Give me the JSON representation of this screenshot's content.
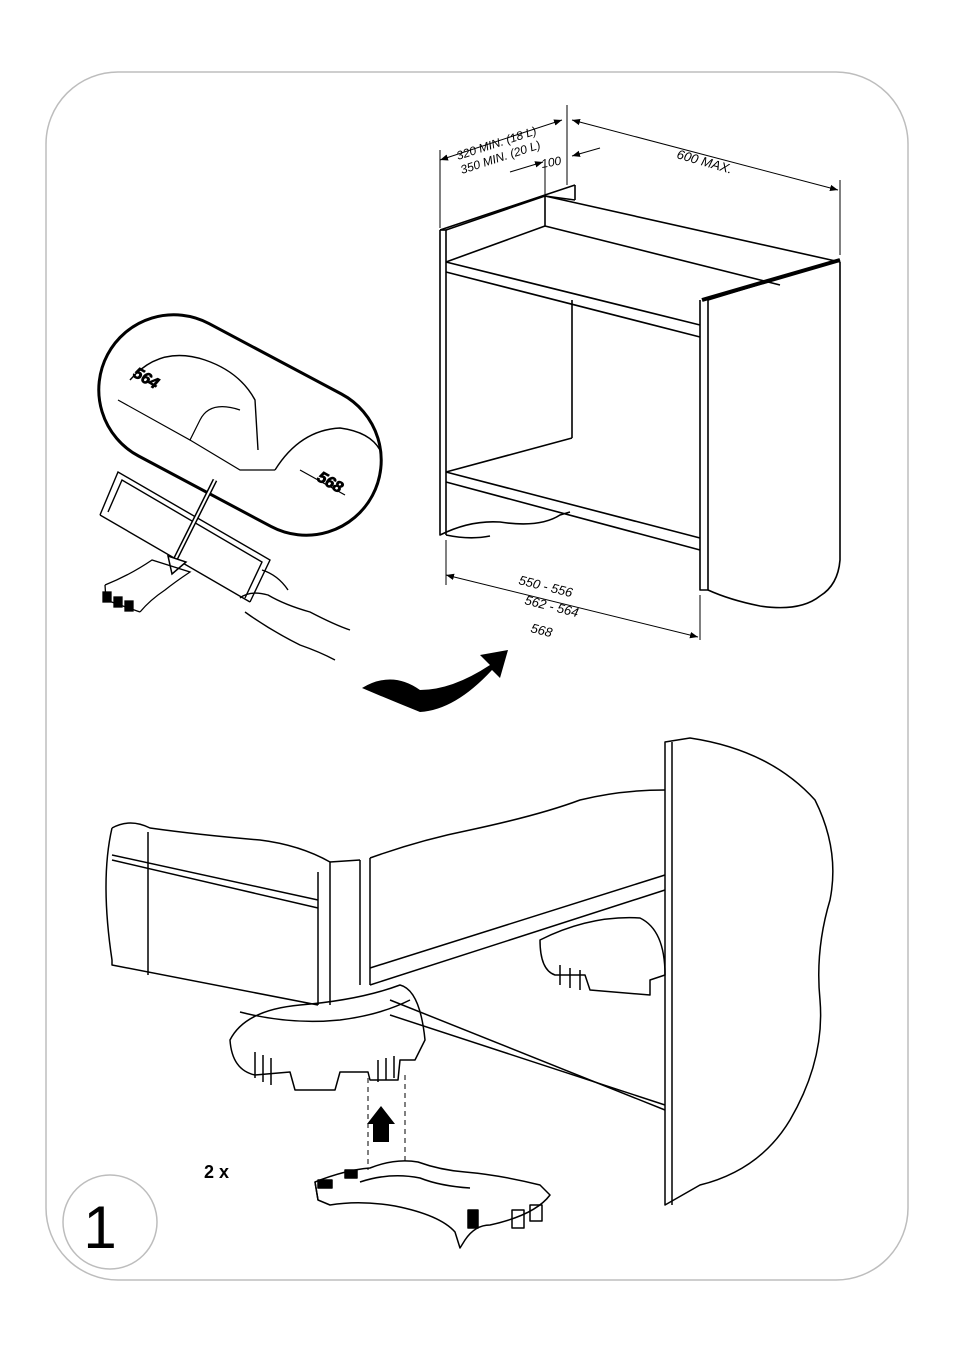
{
  "step": {
    "number": "1"
  },
  "dimensions": {
    "depth_18l": "320 MIN. (18 L)",
    "depth_20l": "350 MIN. (20 L)",
    "rear_gap": "100",
    "width_max": "600 MAX.",
    "height_line1": "550 - 556",
    "height_line2": "562 - 564",
    "height_line3": "568"
  },
  "labels": {
    "size_a": "564",
    "size_b": "568",
    "quantity": "2 x"
  }
}
